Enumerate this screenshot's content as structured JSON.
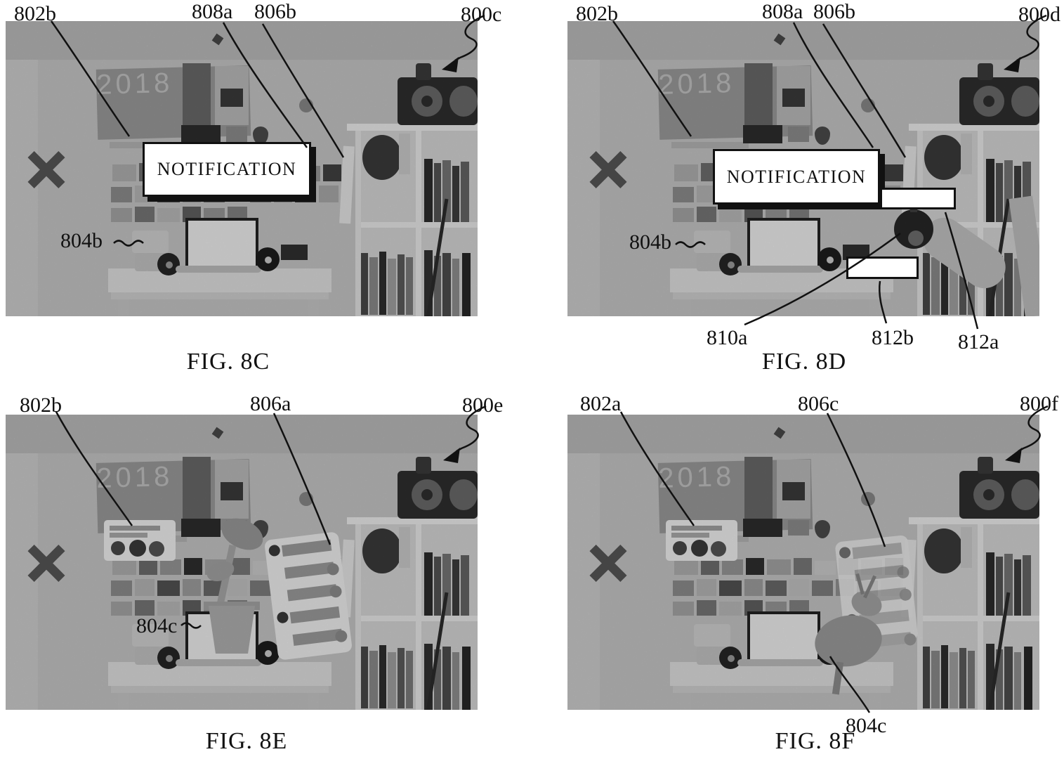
{
  "notification_text": "NOTIFICATION",
  "poster_year": "2018",
  "figures": [
    {
      "caption": "FIG. 8C",
      "labels": [
        "802b",
        "808a",
        "806b",
        "800c",
        "804b"
      ]
    },
    {
      "caption": "FIG. 8D",
      "labels": [
        "802b",
        "808a",
        "806b",
        "800d",
        "804b",
        "810a",
        "812b",
        "812a"
      ]
    },
    {
      "caption": "FIG. 8E",
      "labels": [
        "802b",
        "806a",
        "800e",
        "804c"
      ]
    },
    {
      "caption": "FIG. 8F",
      "labels": [
        "802a",
        "806c",
        "800f",
        "804c"
      ]
    }
  ],
  "colors": {
    "ink": "#111111",
    "photo_gray": "#c8c8c8",
    "overlay_white": "#ffffff"
  }
}
